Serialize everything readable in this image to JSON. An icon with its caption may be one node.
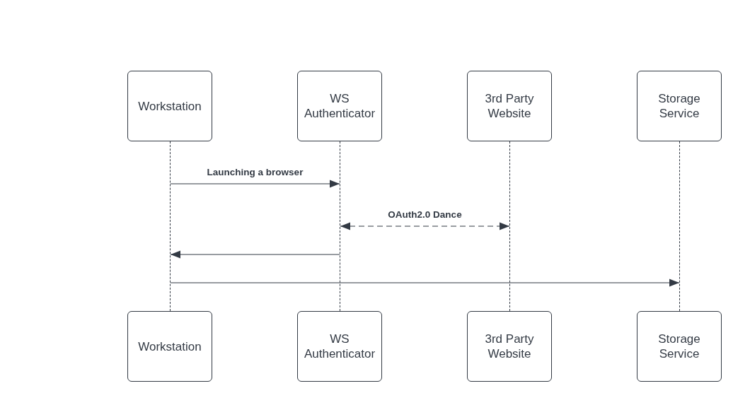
{
  "diagram": {
    "nodes": [
      {
        "text": [
          "Workstation"
        ]
      },
      {
        "text": [
          "WS Authenticator"
        ]
      },
      {
        "text": [
          "3rd Party Website"
        ]
      },
      {
        "text": [
          "Storage Service"
        ]
      },
      {
        "text": [],
        "shape": "line"
      },
      {
        "text": [],
        "shape": "line"
      },
      {
        "text": [],
        "shape": "line"
      },
      {
        "text": [],
        "shape": "line"
      },
      {
        "text": [
          "Workstation"
        ]
      },
      {
        "text": [
          "WS Authenticator"
        ]
      },
      {
        "text": [
          "3rd Party Website"
        ]
      },
      {
        "text": [
          "Storage Service"
        ]
      }
    ],
    "edges": [
      {
        "from": 4,
        "to": 5,
        "arrow": "to",
        "label": "Launching a browser"
      },
      {
        "from": 5,
        "to": 6,
        "arrow": "both",
        "style": "dashed",
        "label": "OAuth2.0 Dance"
      },
      {
        "from": 5,
        "to": 4,
        "arrow": "to"
      },
      {
        "from": 4,
        "to": 7,
        "arrow": "to"
      }
    ]
  }
}
